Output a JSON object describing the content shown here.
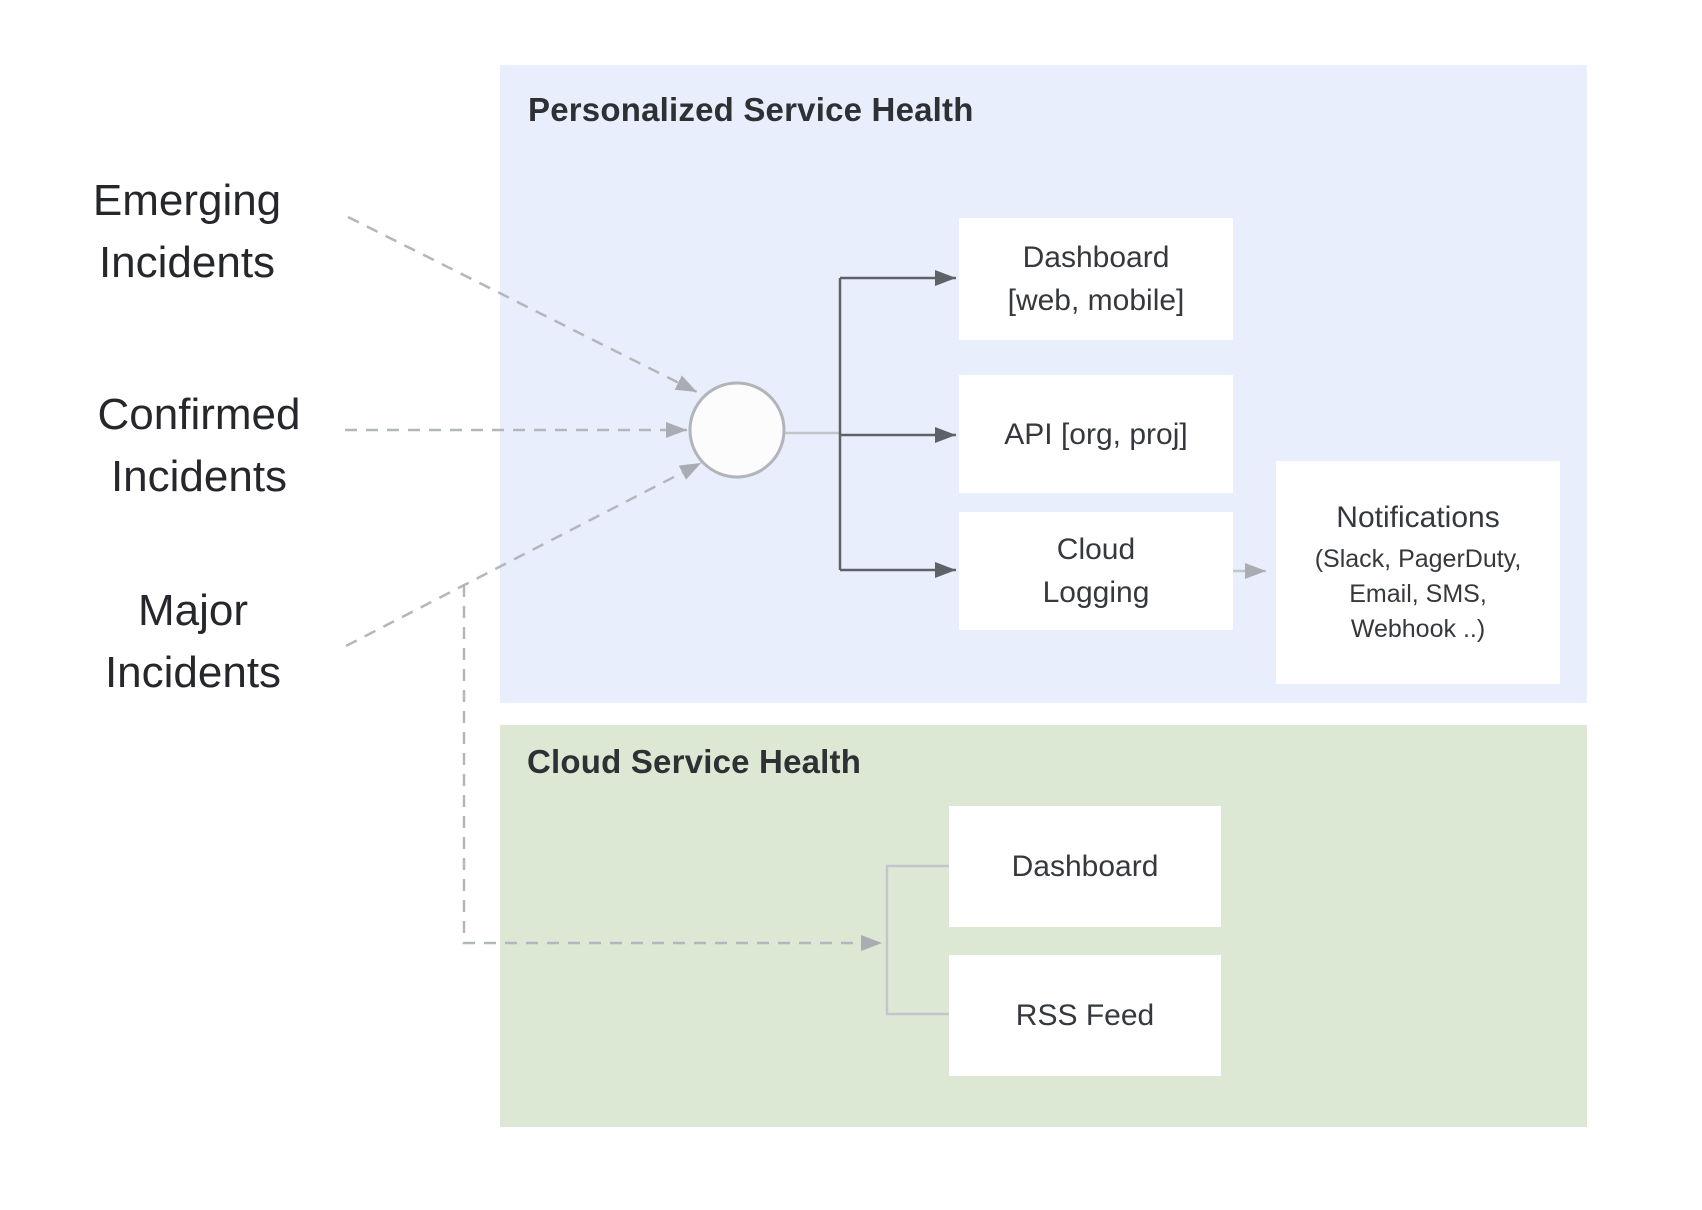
{
  "colors": {
    "panel_blue": "#e8eefc",
    "panel_green": "#dde8d4",
    "line_dark": "#5d6268",
    "line_light": "#b3b7bc",
    "text_near_black": "#25272b",
    "text_title": "#2e3134",
    "text_box": "#35383c"
  },
  "sources": [
    {
      "line1": "Emerging",
      "line2": "Incidents"
    },
    {
      "line1": "Confirmed",
      "line2": "Incidents"
    },
    {
      "line1": "Major",
      "line2": "Incidents"
    }
  ],
  "personalized": {
    "title": "Personalized Service Health",
    "boxes": {
      "dashboard": {
        "line1": "Dashboard",
        "line2": "[web, mobile]"
      },
      "api": {
        "line1": "API [org, proj]"
      },
      "cloud_logging": {
        "line1": "Cloud",
        "line2": "Logging"
      },
      "notifications": {
        "title": "Notifications",
        "sub1": "(Slack, PagerDuty,",
        "sub2": "Email, SMS,",
        "sub3": "Webhook ..)"
      }
    }
  },
  "cloud": {
    "title": "Cloud Service Health",
    "boxes": {
      "dashboard": {
        "line1": "Dashboard"
      },
      "rss": {
        "line1": "RSS Feed"
      }
    }
  }
}
